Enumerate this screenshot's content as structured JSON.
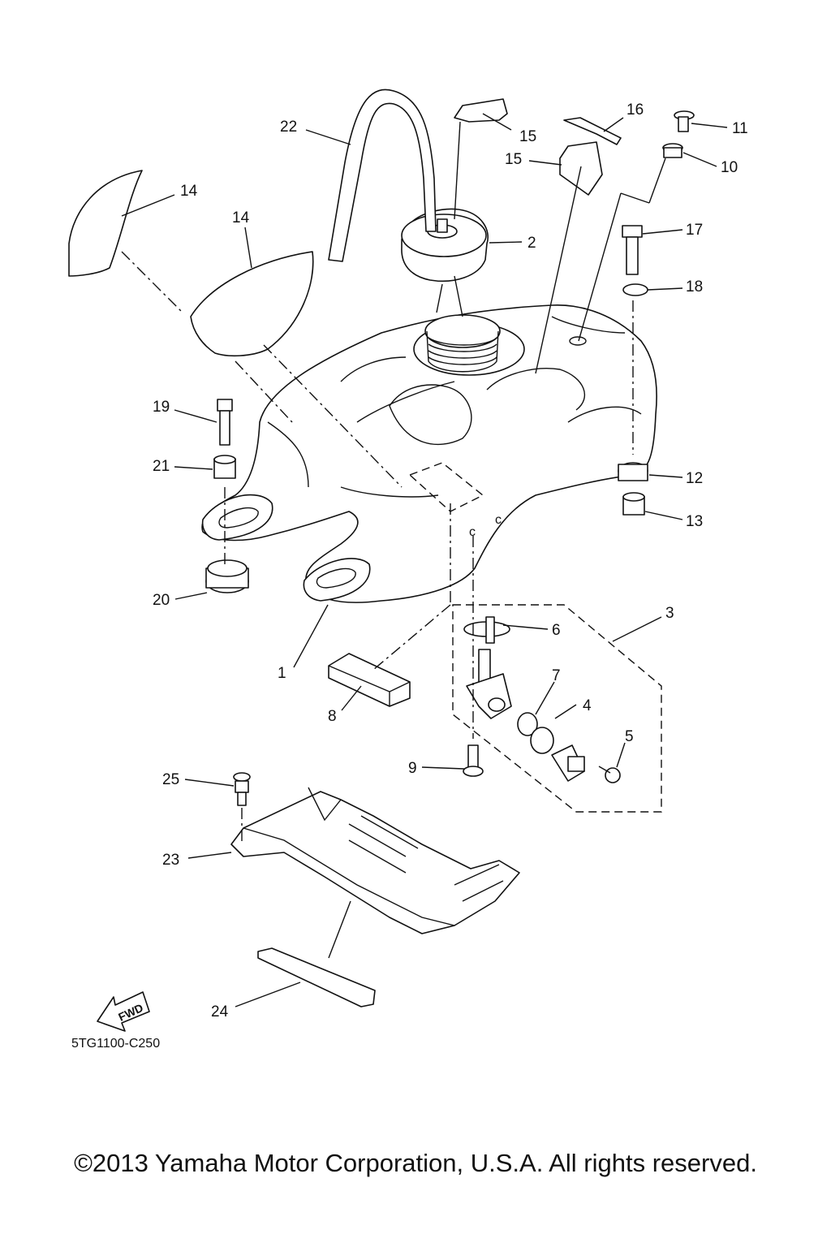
{
  "diagram_code": "5TG1100-C250",
  "fwd_label": "FWD",
  "copyright": "©2013 Yamaha Motor Corporation, U.S.A. All rights reserved.",
  "callouts": [
    {
      "id": "c1",
      "text": "1"
    },
    {
      "id": "c2",
      "text": "2"
    },
    {
      "id": "c3",
      "text": "3"
    },
    {
      "id": "c4",
      "text": "4"
    },
    {
      "id": "c5",
      "text": "5"
    },
    {
      "id": "c6",
      "text": "6"
    },
    {
      "id": "c7",
      "text": "7"
    },
    {
      "id": "c8",
      "text": "8"
    },
    {
      "id": "c9",
      "text": "9"
    },
    {
      "id": "c10",
      "text": "10"
    },
    {
      "id": "c11",
      "text": "11"
    },
    {
      "id": "c12",
      "text": "12"
    },
    {
      "id": "c13",
      "text": "13"
    },
    {
      "id": "c14a",
      "text": "14"
    },
    {
      "id": "c14b",
      "text": "14"
    },
    {
      "id": "c15a",
      "text": "15"
    },
    {
      "id": "c15b",
      "text": "15"
    },
    {
      "id": "c16",
      "text": "16"
    },
    {
      "id": "c17",
      "text": "17"
    },
    {
      "id": "c18",
      "text": "18"
    },
    {
      "id": "c19",
      "text": "19"
    },
    {
      "id": "c20",
      "text": "20"
    },
    {
      "id": "c21",
      "text": "21"
    },
    {
      "id": "c22",
      "text": "22"
    },
    {
      "id": "c23",
      "text": "23"
    },
    {
      "id": "c24",
      "text": "24"
    },
    {
      "id": "c25",
      "text": "25"
    }
  ]
}
